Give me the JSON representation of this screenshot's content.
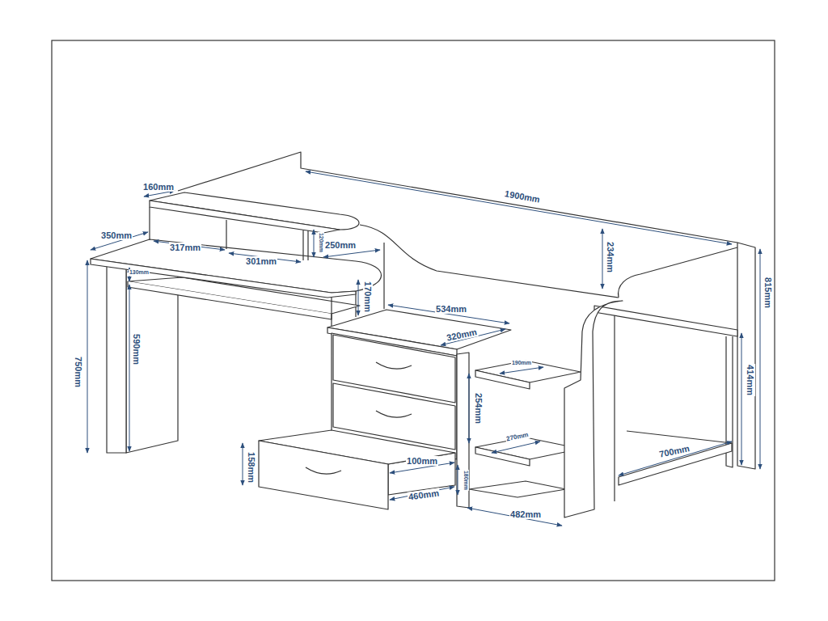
{
  "diagram": {
    "labels": [
      "160mm",
      "1900mm",
      "350mm",
      "317mm",
      "301mm",
      "120mm",
      "250mm",
      "234mm",
      "130mm",
      "170mm",
      "534mm",
      "750mm",
      "590mm",
      "320mm",
      "815mm",
      "190mm",
      "414mm",
      "254mm",
      "270mm",
      "158mm",
      "100mm",
      "180mm",
      "460mm",
      "700mm",
      "482mm"
    ]
  }
}
